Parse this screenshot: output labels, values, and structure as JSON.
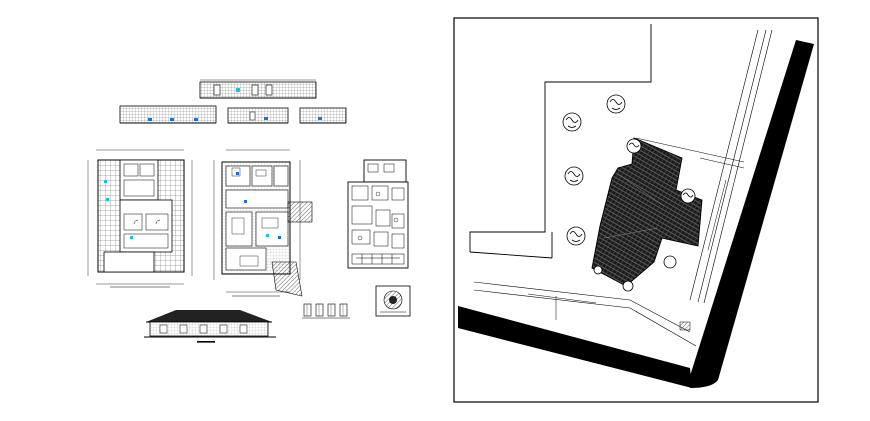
{
  "drawing": {
    "left_panel": {
      "sheets": [
        {
          "name": "elevation-strip-top"
        },
        {
          "name": "section-strip-left"
        },
        {
          "name": "section-strip-middle"
        },
        {
          "name": "section-strip-right"
        },
        {
          "name": "floor-plan-ground"
        },
        {
          "name": "floor-plan-furnished"
        },
        {
          "name": "plumbing-detail-plan"
        },
        {
          "name": "front-elevation"
        },
        {
          "name": "door-window-details"
        },
        {
          "name": "symbol-detail"
        }
      ]
    },
    "site_plan": {
      "dimension_labels": [
        "",
        "",
        "",
        ""
      ],
      "tree_count": 7
    },
    "colors": {
      "ink": "#000000",
      "paper": "#ffffff",
      "accent_blue": "#1e6fd9",
      "accent_cyan": "#19c2d6",
      "hatch_gray": "#555555"
    }
  }
}
